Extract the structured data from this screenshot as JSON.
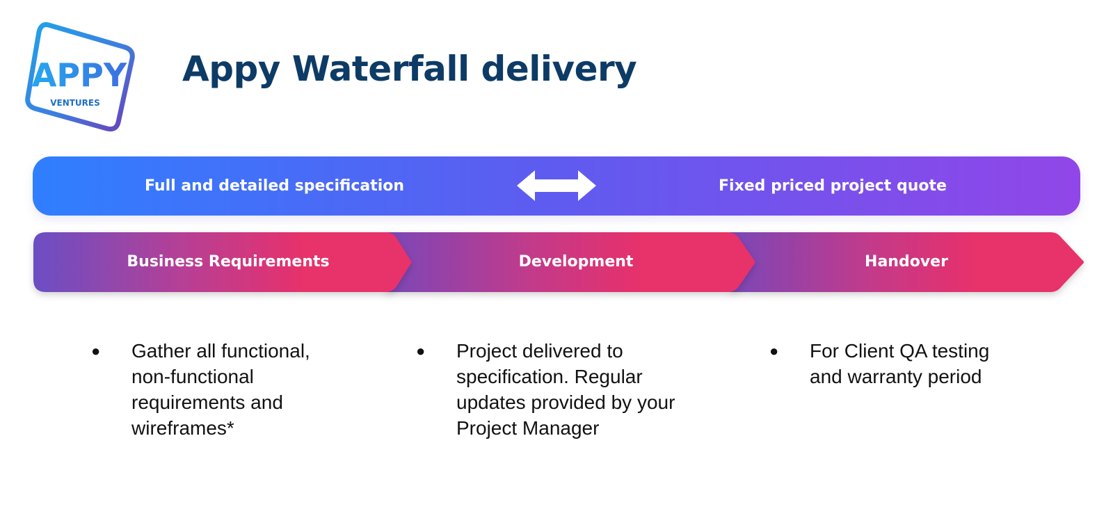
{
  "header": {
    "title": "Appy Waterfall delivery",
    "logo": {
      "brand": "APPY",
      "sub": "VENTURES",
      "icon": "appy-ventures-logo-icon"
    }
  },
  "top_bar": {
    "left_label": "Full and detailed specification",
    "right_label": "Fixed priced project quote",
    "arrow_icon": "double-arrow-icon"
  },
  "phases": [
    {
      "label": "Business Requirements"
    },
    {
      "label": "Development"
    },
    {
      "label": "Handover"
    }
  ],
  "columns": [
    {
      "bullet": "●",
      "lines": [
        "Gather all functional,",
        "non-functional",
        "requirements and",
        "wireframes*"
      ]
    },
    {
      "bullet": "●",
      "lines": [
        "Project delivered to",
        "specification. Regular",
        "updates provided by your",
        "Project Manager"
      ]
    },
    {
      "bullet": "●",
      "lines": [
        "For Client QA testing",
        "and warranty period"
      ]
    }
  ],
  "colors": {
    "title": "#0d3b66",
    "top_bar_start": "#2f7fff",
    "top_bar_end": "#9146e8",
    "phase_start": "#6a4fc4",
    "phase_end": "#e8306a"
  }
}
